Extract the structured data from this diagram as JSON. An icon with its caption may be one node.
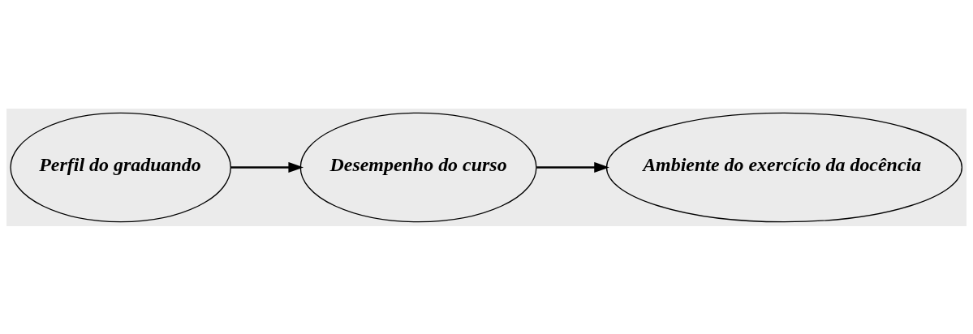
{
  "diagram": {
    "nodes": [
      {
        "text": [
          "Perfil do graduando"
        ]
      },
      {
        "text": [
          "Desempenho do curso"
        ]
      },
      {
        "text": [
          "Ambiente do exercício da docência"
        ]
      }
    ],
    "edges": [
      {
        "from": 0,
        "to": 1,
        "arrow": "to"
      },
      {
        "from": 1,
        "to": 2,
        "arrow": "to"
      }
    ]
  }
}
